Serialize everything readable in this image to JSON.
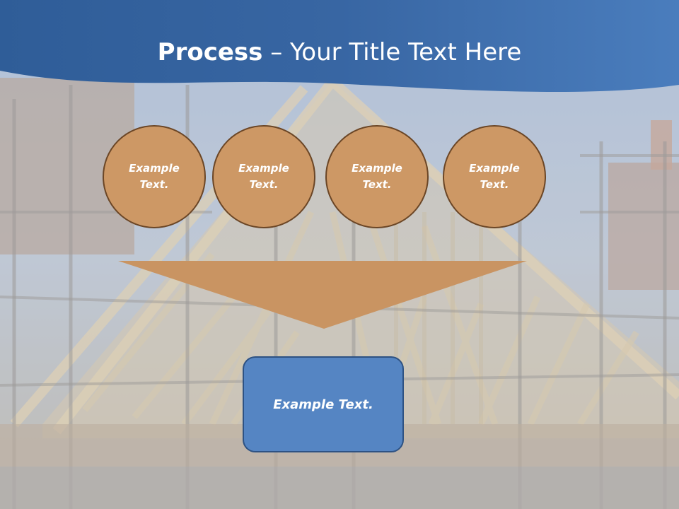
{
  "slide": {
    "title_bold": "Process",
    "title_separator": " – ",
    "title_rest": "Your Title Text Here",
    "circles": [
      {
        "label": "Example\nText."
      },
      {
        "label": "Example\nText."
      },
      {
        "label": "Example\nText."
      },
      {
        "label": "Example\nText."
      }
    ],
    "result_label": "Example Text."
  },
  "colors": {
    "header_blue": "#3b6fae",
    "circle_fill": "#cd9865",
    "circle_border": "#6b4626",
    "funnel_fill": "#c99462",
    "box_fill": "#5585c3",
    "box_border": "#2e5283"
  }
}
